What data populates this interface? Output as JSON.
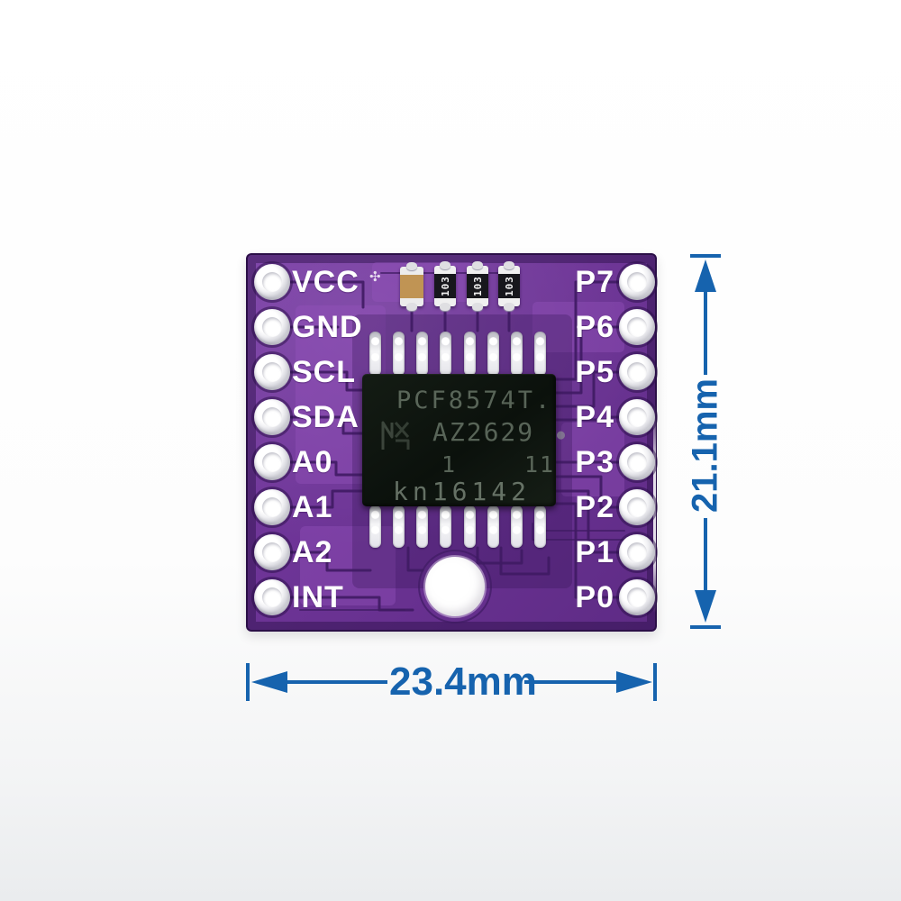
{
  "board": {
    "colors": {
      "base": "#6d3496",
      "trace": "#3f1b63",
      "pour": "#9655bd",
      "silkscreen": "#ffffff"
    },
    "left_pins": [
      {
        "label": "VCC"
      },
      {
        "label": "GND"
      },
      {
        "label": "SCL"
      },
      {
        "label": "SDA"
      },
      {
        "label": "A0"
      },
      {
        "label": "A1"
      },
      {
        "label": "A2"
      },
      {
        "label": "INT"
      }
    ],
    "right_pins": [
      {
        "label": "P7"
      },
      {
        "label": "P6"
      },
      {
        "label": "P5"
      },
      {
        "label": "P4"
      },
      {
        "label": "P3"
      },
      {
        "label": "P2"
      },
      {
        "label": "P1"
      },
      {
        "label": "P0"
      }
    ],
    "chip": {
      "marking_line1": "PCF8574T.",
      "marking_line2": "AZ2629",
      "marking_dot": "●",
      "marking_line3_left": "1",
      "marking_line3_right": "11",
      "marking_line4": "kn16142"
    },
    "smd": {
      "resistor_code": "103"
    }
  },
  "dimensions": {
    "color": "#1663ae",
    "width_label": "23.4mm",
    "height_label": "21.1mm"
  }
}
